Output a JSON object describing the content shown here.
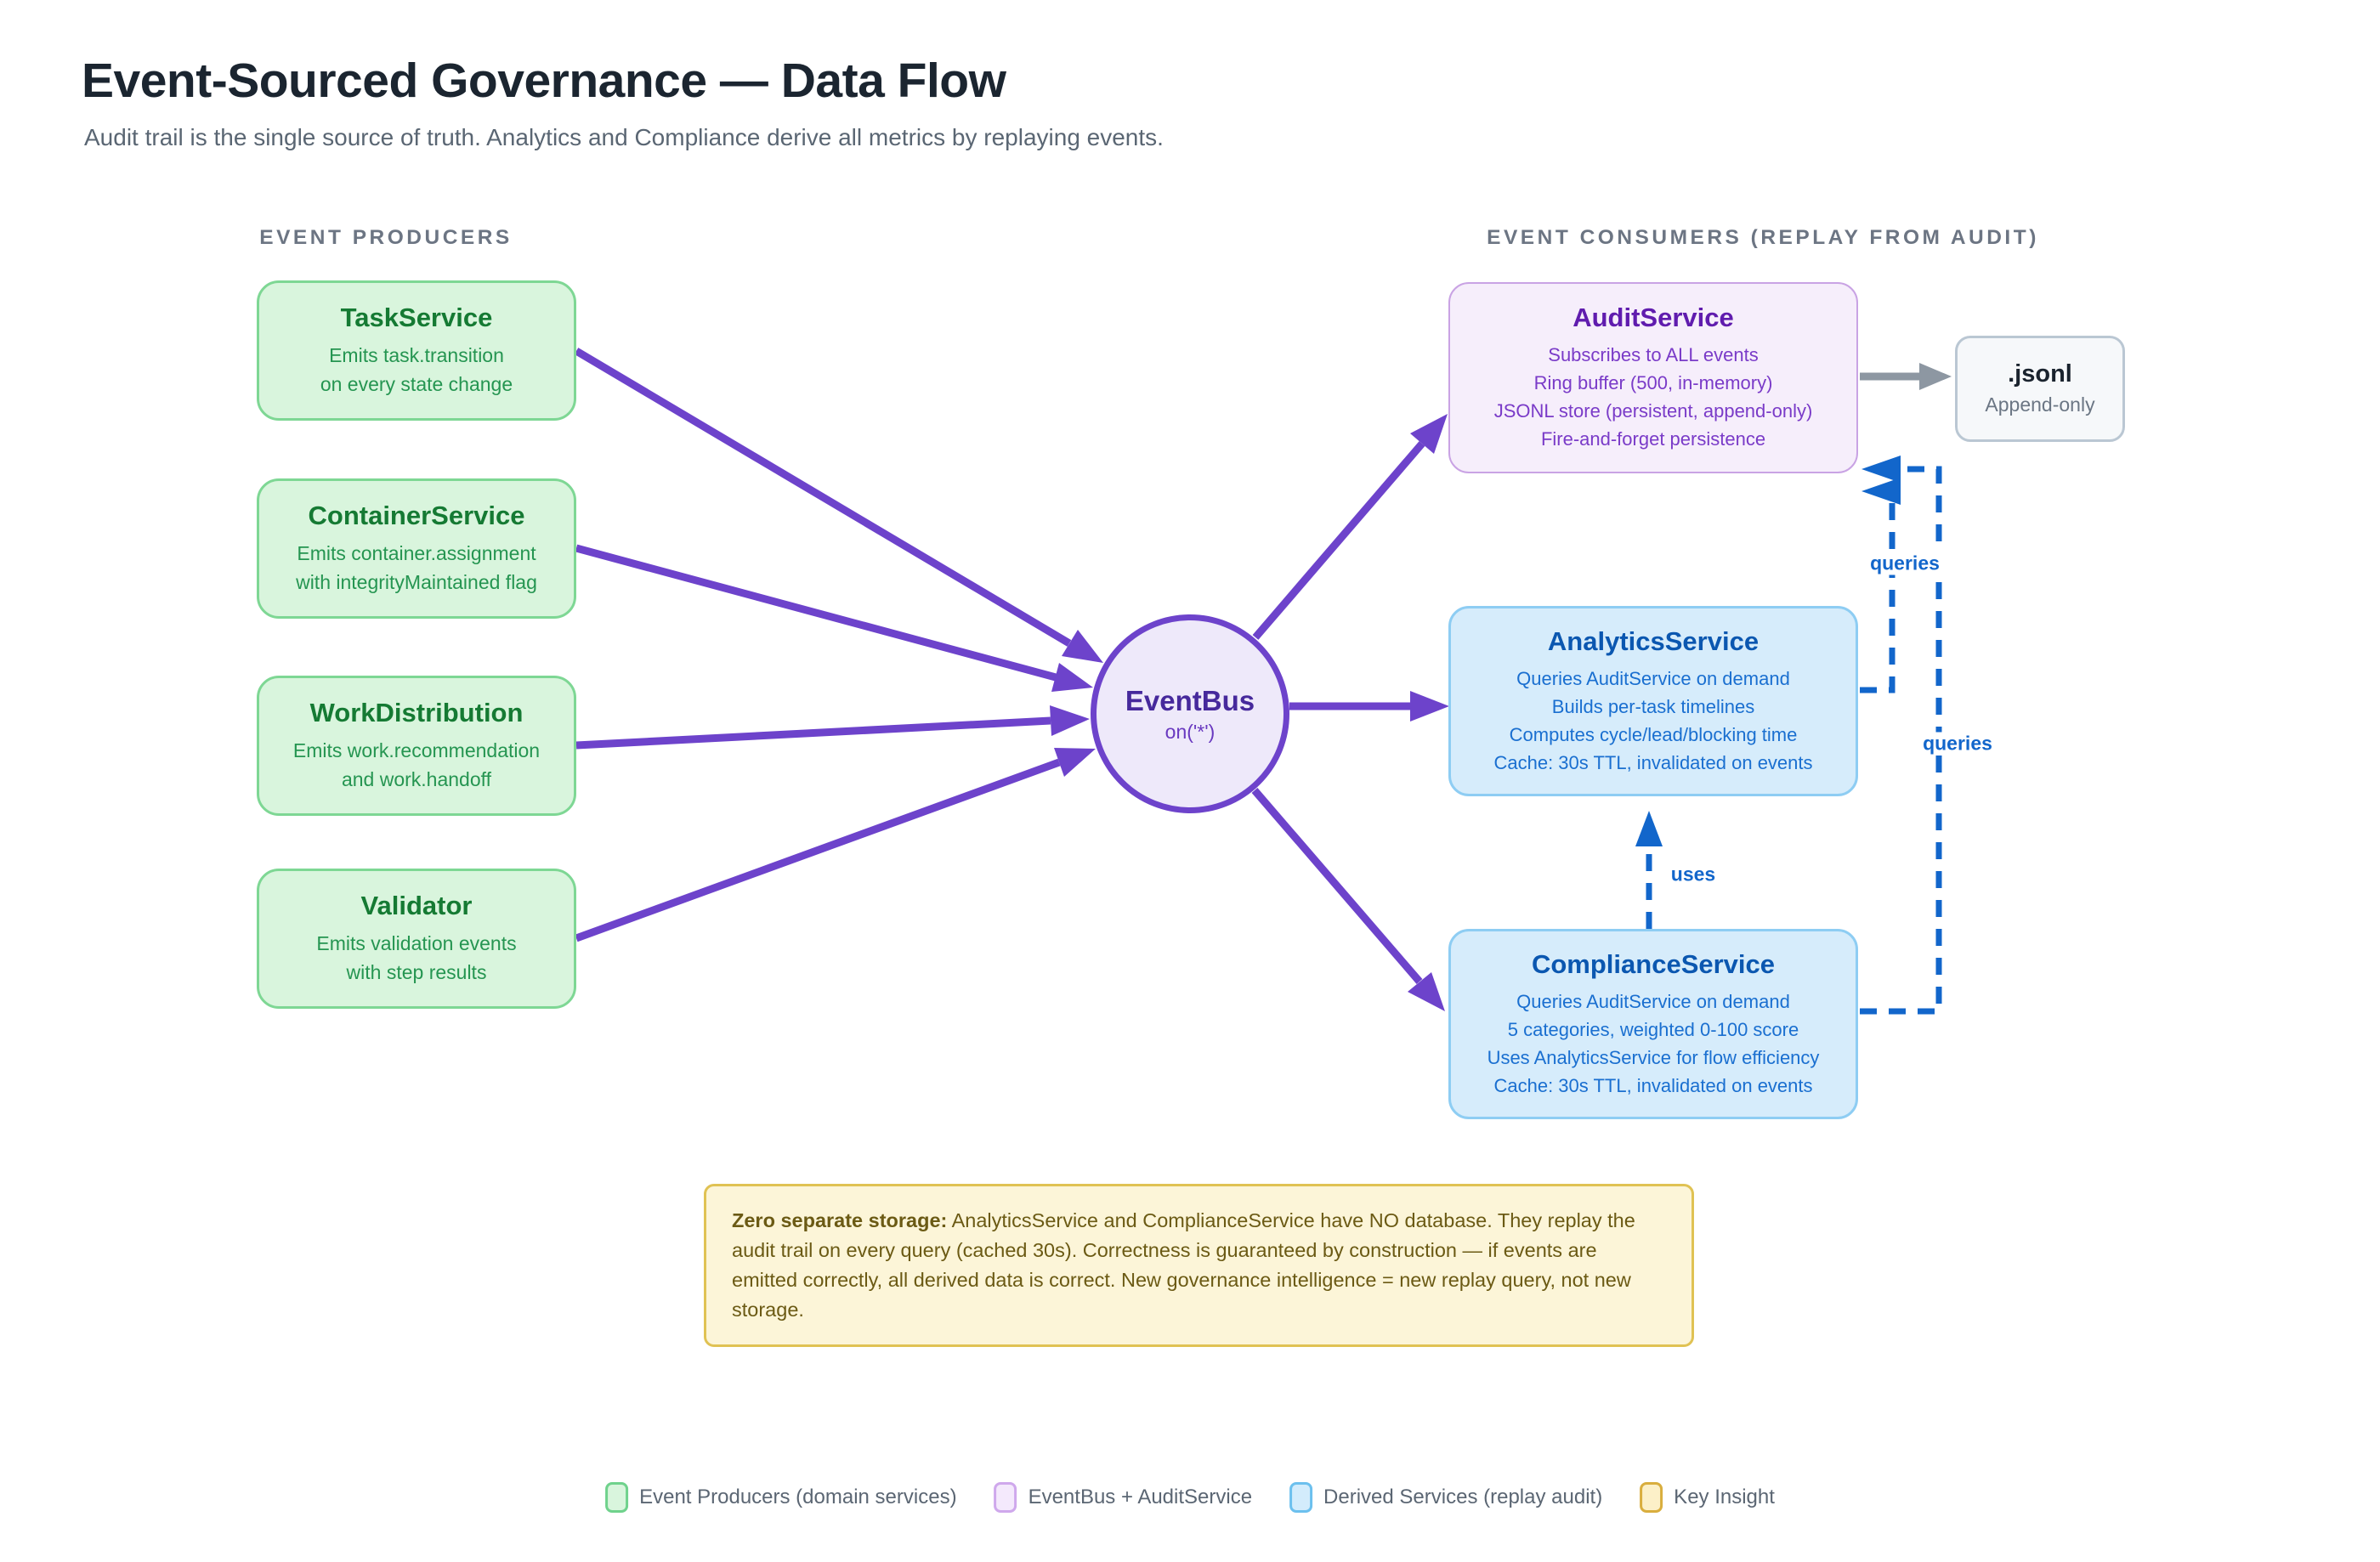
{
  "title": "Event-Sourced Governance — Data Flow",
  "subtitle": "Audit trail is the single source of truth. Analytics and Compliance derive all metrics by replaying events.",
  "headers": {
    "producers": "EVENT PRODUCERS",
    "consumers": "EVENT CONSUMERS (REPLAY FROM AUDIT)"
  },
  "producers": [
    {
      "name": "TaskService",
      "lines": [
        "Emits task.transition",
        "on every state change"
      ]
    },
    {
      "name": "ContainerService",
      "lines": [
        "Emits container.assignment",
        "with integrityMaintained flag"
      ]
    },
    {
      "name": "WorkDistribution",
      "lines": [
        "Emits work.recommendation",
        "and work.handoff"
      ]
    },
    {
      "name": "Validator",
      "lines": [
        "Emits validation events",
        "with step results"
      ]
    }
  ],
  "event_bus": {
    "name": "EventBus",
    "sub": "on('*')"
  },
  "consumers": [
    {
      "name": "AuditService",
      "lines": [
        "Subscribes to ALL events",
        "Ring buffer (500, in-memory)",
        "JSONL store (persistent, append-only)",
        "Fire-and-forget persistence"
      ]
    },
    {
      "name": "AnalyticsService",
      "lines": [
        "Queries AuditService on demand",
        "Builds per-task timelines",
        "Computes cycle/lead/blocking time",
        "Cache: 30s TTL, invalidated on events"
      ]
    },
    {
      "name": "ComplianceService",
      "lines": [
        "Queries AuditService on demand",
        "5 categories, weighted 0-100 score",
        "Uses AnalyticsService for flow efficiency",
        "Cache: 30s TTL, invalidated on events"
      ]
    }
  ],
  "jsonl": {
    "name": ".jsonl",
    "sub": "Append-only"
  },
  "edge_labels": {
    "queries_analytics": "queries",
    "queries_compliance": "queries",
    "uses": "uses"
  },
  "note": {
    "bold": "Zero separate storage:",
    "text": " AnalyticsService and ComplianceService have NO database. They replay the audit trail on every query (cached 30s). Correctness is guaranteed by construction — if events are emitted correctly, all derived data is correct. New governance intelligence = new replay query, not new storage."
  },
  "legend": [
    {
      "label": "Event Producers (domain services)"
    },
    {
      "label": "EventBus + AuditService"
    },
    {
      "label": "Derived Services (replay audit)"
    },
    {
      "label": "Key Insight"
    }
  ],
  "colors": {
    "producer_fill": "#d9f5dd",
    "producer_border": "#7ed794",
    "producer_title": "#157a33",
    "producer_text": "#259551",
    "bus_fill": "#eee9fa",
    "bus_border": "#6d43cb",
    "bus_title": "#46299c",
    "audit_fill": "#f6eefb",
    "audit_border": "#c9a3e4",
    "audit_title": "#601cae",
    "audit_text": "#7a3bc8",
    "derived_fill": "#d6ecfb",
    "derived_border": "#8ecdf3",
    "derived_title": "#0b57b0",
    "derived_text": "#1a6fd0",
    "jsonl_fill": "#f6f8fa",
    "jsonl_border": "#bac7d3",
    "note_fill": "#fcf5d8",
    "note_border": "#e0c253",
    "note_text": "#6b5a14",
    "arrow_purple": "#6d43cb",
    "arrow_gray": "#8d97a2",
    "arrow_blue": "#1266cb",
    "header_text": "#6c7583",
    "title_text": "#1b2530",
    "subtitle_text": "#5a6673"
  }
}
